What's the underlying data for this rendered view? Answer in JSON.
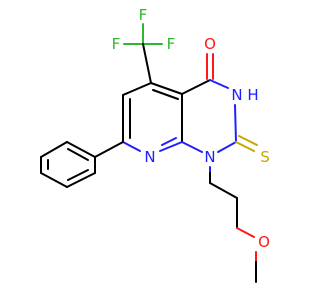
{
  "molecule": {
    "atom_labels": {
      "f_top": "F",
      "f_left": "F",
      "f_right": "F",
      "o_carbonyl": "O",
      "nh": "N",
      "nh_h": "H",
      "n_pyridine": "N",
      "n1": "N",
      "s_thione": "S",
      "o_ether": "O"
    },
    "colors": {
      "carbon": "#000000",
      "nitrogen": "#2020ff",
      "oxygen": "#ff1a1a",
      "fluorine": "#2fb82f",
      "sulfur": "#c8a800"
    }
  }
}
